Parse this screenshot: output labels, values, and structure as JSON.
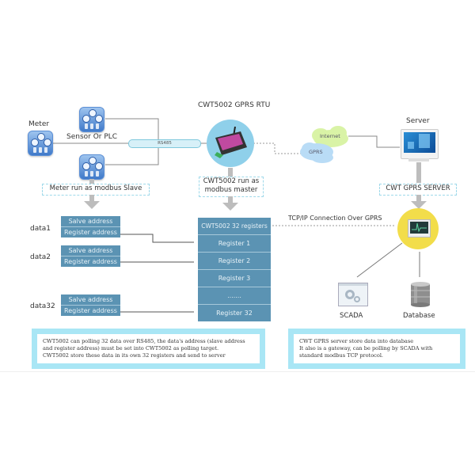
{
  "diagram": {
    "rtu_title": "CWT5002 GPRS RTU",
    "meter_label": "Meter",
    "sensor_label": "Sensor Or PLC",
    "rs485_label": "RS485",
    "slave_caption": "Meter run as modbus Slave",
    "master_caption_line1": "CWT5002 run as",
    "master_caption_line2": "modbus master",
    "internet_label": "Internet",
    "gprs_label": "GPRS",
    "server_label": "Server",
    "server_caption": "CWT GPRS SERVER",
    "tcp_label": "TCP/IP Connection Over GPRS",
    "scada_label": "SCADA",
    "database_label": "Database",
    "data_groups": [
      {
        "name": "data1",
        "slave": "Salve address",
        "register": "Register address"
      },
      {
        "name": "data2",
        "slave": "Salve address",
        "register": "Register address"
      },
      {
        "name": "data32",
        "slave": "Salve address",
        "register": "Register address"
      }
    ],
    "registers": [
      "CWT5002 32 registers",
      "Register 1",
      "Register 2",
      "Register 3",
      ".......",
      "Register 32"
    ],
    "note_left": [
      "CWT5002 can polling 32 data over RS485, the data's address (slave address",
      "and register address) must be set into CWT5002 as polling target.",
      "CWT5002 store these data in its own 32 registers and send to server"
    ],
    "note_right": [
      "CWT GPRS server store data into database",
      "It also is a gateway, can be polling by SCADA with",
      "standard modbus TCP protocol."
    ]
  },
  "colors": {
    "register_fill": "#5b93b3",
    "note_border": "#a9e6f5",
    "rtu_circle": "#8fd0ea",
    "server_circle": "#f2dd4a"
  }
}
